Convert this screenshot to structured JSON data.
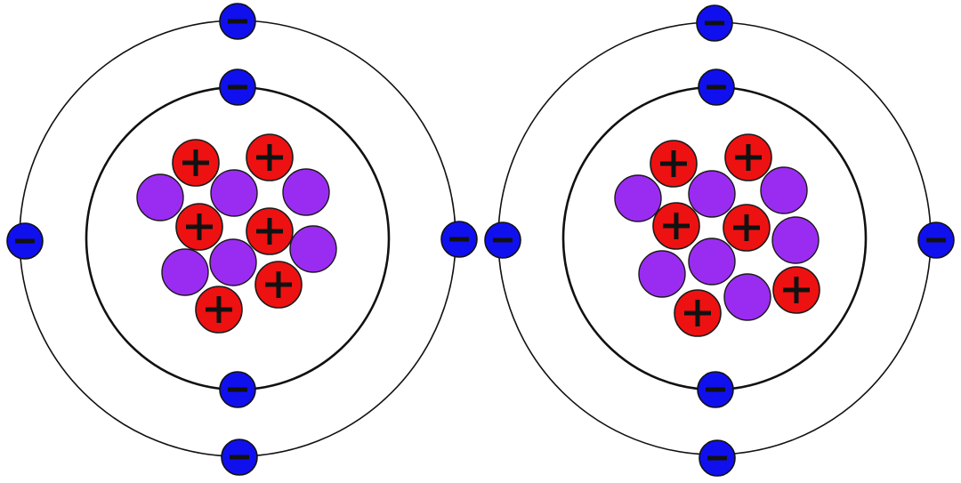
{
  "diagram": {
    "type": "bohr-atom-models",
    "atoms": [
      {
        "name": "atom-left",
        "protons": 6,
        "neutrons": 6,
        "electrons": 6,
        "shells": [
          2,
          4
        ]
      },
      {
        "name": "atom-right",
        "protons": 6,
        "neutrons": 7,
        "electrons": 6,
        "shells": [
          2,
          4
        ]
      }
    ],
    "colors": {
      "proton": "#ee1111",
      "neutron": "#9a2cf2",
      "electron": "#1010ee",
      "orbit": "#111111",
      "background": "#ffffff"
    },
    "icons": {
      "proton": "plus-sign",
      "electron": "minus-sign",
      "neutron": "plain-circle"
    }
  }
}
